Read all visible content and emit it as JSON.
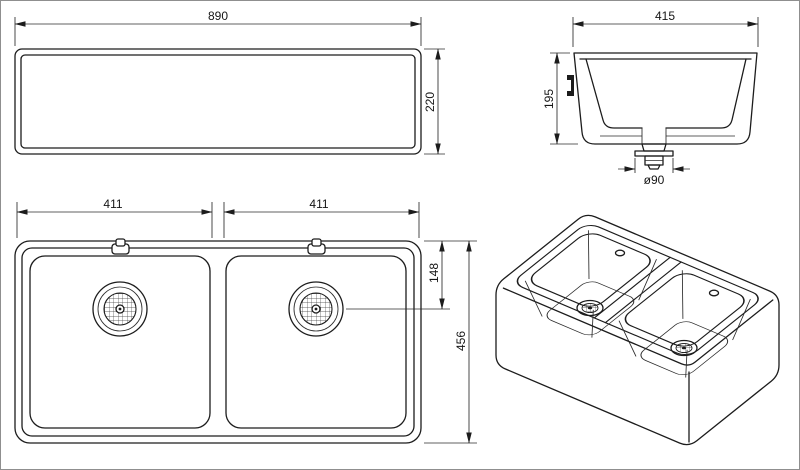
{
  "drawing": {
    "background": "#ffffff",
    "line_color": "#1c1c1c",
    "front_view": {
      "width_dim": "890",
      "height_dim": "220"
    },
    "side_view": {
      "width_dim": "415",
      "height_dim": "195",
      "drain_dim": "ø90"
    },
    "plan_view": {
      "left_bowl_dim": "411",
      "right_bowl_dim": "411",
      "drain_offset_dim": "148",
      "depth_dim": "456"
    }
  }
}
